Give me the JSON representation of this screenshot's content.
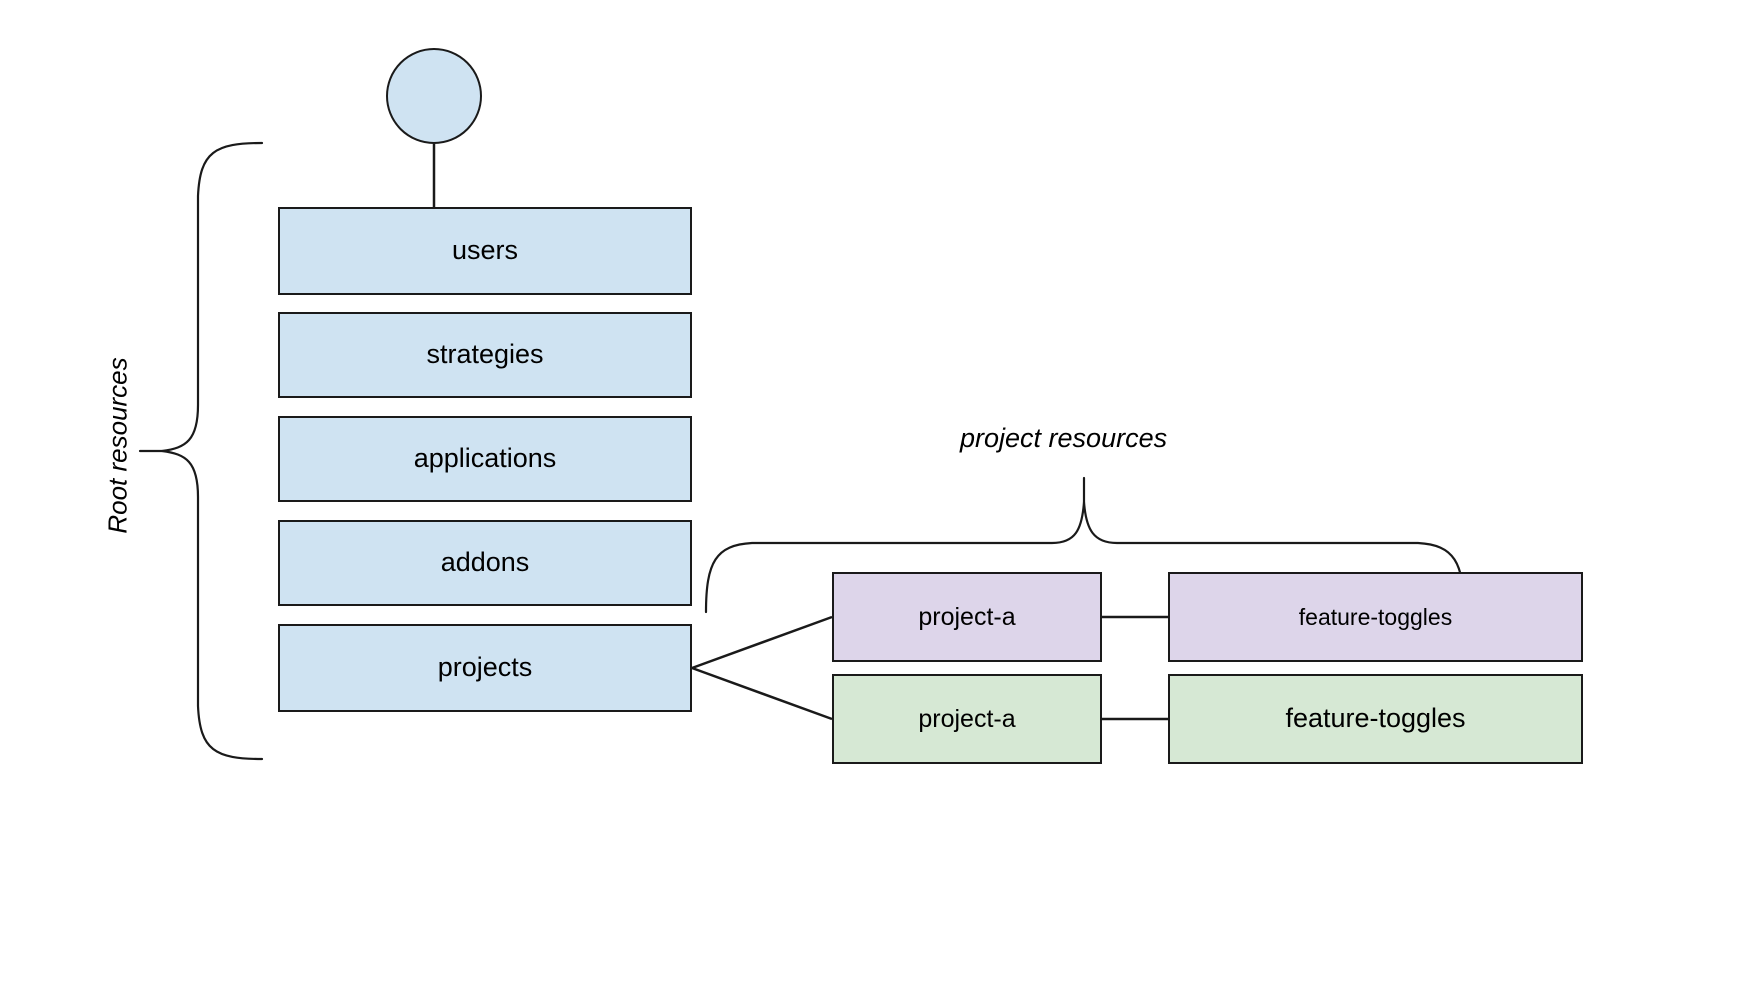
{
  "diagram": {
    "title_left": "Root resources",
    "title_right": "project resources",
    "root_node": {
      "shape": "circle",
      "label": "",
      "color": "#cfe3f2"
    },
    "root_resources": [
      {
        "label": "users",
        "color": "#cfe3f2"
      },
      {
        "label": "strategies",
        "color": "#cfe3f2"
      },
      {
        "label": "applications",
        "color": "#cfe3f2"
      },
      {
        "label": "addons",
        "color": "#cfe3f2"
      },
      {
        "label": "projects",
        "color": "#cfe3f2"
      }
    ],
    "project_rows": [
      {
        "color": "#ddd5ea",
        "project_label": "project-a",
        "resource_label": "feature-toggles"
      },
      {
        "color": "#d6e8d4",
        "project_label": "project-a",
        "resource_label": "feature-toggles"
      }
    ],
    "colors": {
      "blue": "#cfe3f2",
      "purple": "#ddd5ea",
      "green": "#d6e8d4",
      "stroke": "#1a1a1a",
      "background": "#ffffff"
    }
  }
}
